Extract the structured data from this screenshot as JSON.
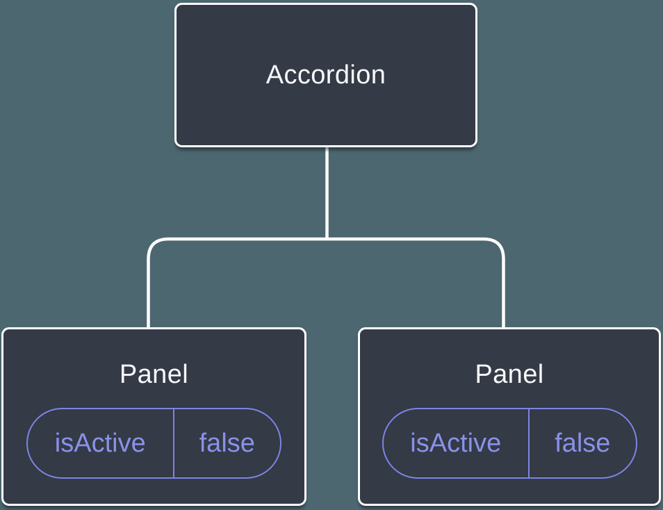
{
  "colors": {
    "background": "#4C6770",
    "node_fill": "#343A46",
    "node_border": "#FFFFFF",
    "node_text": "#F6F7F9",
    "connector": "#FFFFFF",
    "state_border": "#7D85E4",
    "state_text": "#8A91E9"
  },
  "diagram": {
    "type": "component-tree",
    "root": {
      "label": "Accordion"
    },
    "children": [
      {
        "label": "Panel",
        "state": {
          "key": "isActive",
          "value": "false"
        }
      },
      {
        "label": "Panel",
        "state": {
          "key": "isActive",
          "value": "false"
        }
      }
    ]
  }
}
